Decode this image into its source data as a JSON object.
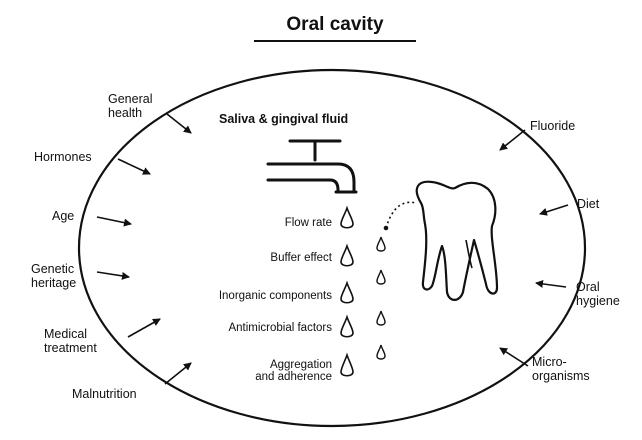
{
  "title": "Oral cavity",
  "center_title": "Saliva & gingival fluid",
  "outer_factors_left": {
    "general_health": [
      "General",
      "health"
    ],
    "hormones": "Hormones",
    "age": "Age",
    "genetic_heritage": [
      "Genetic",
      "heritage"
    ],
    "medical_treatment": [
      "Medical",
      "treatment"
    ],
    "malnutrition": "Malnutrition"
  },
  "outer_factors_right": {
    "fluoride": "Fluoride",
    "diet": "Diet",
    "oral_hygiene": [
      "Oral",
      "hygiene"
    ],
    "micro_organisms": [
      "Micro-",
      "organisms"
    ]
  },
  "saliva_factors": {
    "flow_rate": "Flow rate",
    "buffer_effect": "Buffer effect",
    "inorganic_components": "Inorganic components",
    "antimicrobial_factors": "Antimicrobial factors",
    "aggregation": [
      "Aggregation",
      "and adherence"
    ]
  },
  "icons": [
    "faucet-icon",
    "tooth-icon",
    "drop-icon"
  ],
  "colors": {
    "line": "#111111",
    "background": "#ffffff"
  }
}
